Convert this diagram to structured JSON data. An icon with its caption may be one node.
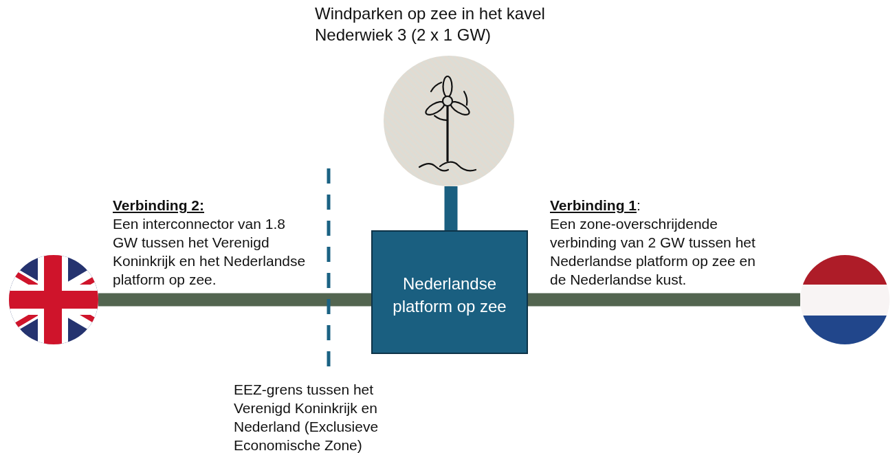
{
  "diagram": {
    "nodes": [
      {
        "text": [
          "Windparken op zee in het kavel Nederwiek 3 (2 x 1 GW)"
        ]
      },
      {
        "text": [],
        "shape": "picture"
      },
      {
        "text": [
          "Nederlandse platform op zee"
        ]
      },
      {
        "text": [],
        "shape": "picture"
      }
    ],
    "edges": [
      {
        "from": 0,
        "to": 2,
        "arrow": "none",
        "color": "#1a5f80"
      },
      {
        "from": 1,
        "to": 2,
        "arrow": "none",
        "label": "**Verbinding 2:** Een interconnector van 1.8 GW tussen het Verenigd Koninkrijk en het Nederlandse platform op zee."
      },
      {
        "from": 2,
        "to": 3,
        "arrow": "none",
        "label": "**Verbinding 1**: Een zone-overschrijdende verbinding van 2 GW tussen het Nederlandse platform op zee en de Nederlandse kust."
      }
    ],
    "labels": [
      "EEZ-grens tussen het Verenigd Koninkrijk en Nederland (Exclusieve Economische Zone)"
    ]
  }
}
